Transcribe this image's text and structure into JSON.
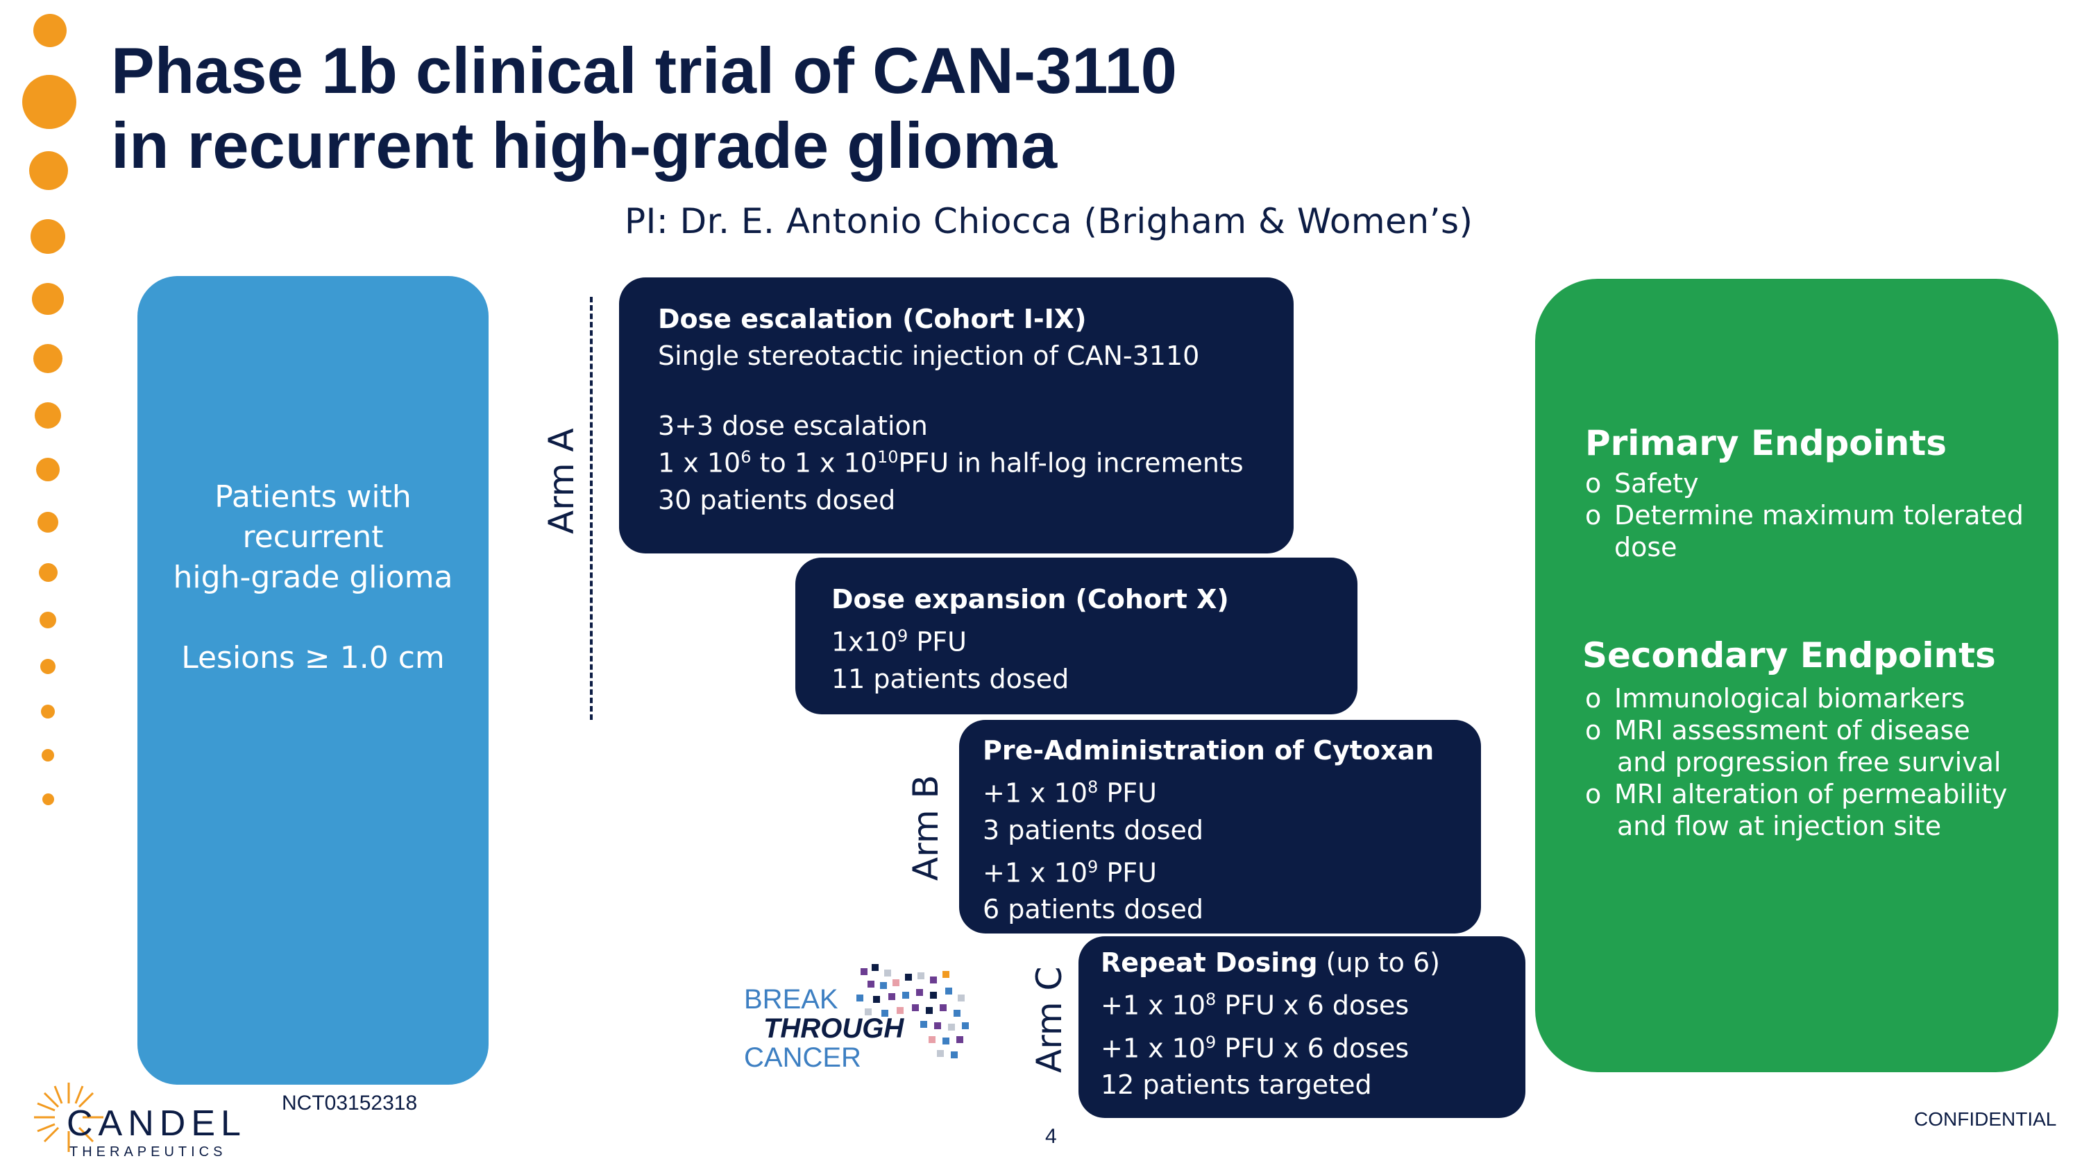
{
  "title": {
    "line1": "Phase 1b clinical trial of CAN-3110",
    "line2": "in recurrent high-grade glioma"
  },
  "subtitle": "PI: Dr. E. Antonio Chiocca (Brigham & Women’s)",
  "patients_box": {
    "line1": "Patients with",
    "line2": "recurrent",
    "line3": "high-grade glioma",
    "line4": "Lesions  ≥ 1.0 cm"
  },
  "arms": {
    "arm_a": "Arm A",
    "arm_b": "Arm B",
    "arm_c": "Arm C"
  },
  "dose_escalation": {
    "heading": "Dose escalation (Cohort I-IX)",
    "line1": "Single stereotactic injection of CAN-3110",
    "line2": "3+3 dose escalation",
    "line3_pre": "1 x 10",
    "line3_exp1": "6",
    "line3_mid": " to 1 x 10",
    "line3_exp2": "10",
    "line3_post": "PFU in half-log increments",
    "line4": "30 patients dosed"
  },
  "dose_expansion": {
    "heading": "Dose expansion (Cohort X)",
    "line1_pre": "1x10",
    "line1_exp": "9",
    "line1_post": " PFU",
    "line2": "11 patients dosed"
  },
  "pre_admin": {
    "heading": "Pre-Administration of Cytoxan",
    "line1_pre": "+1 x 10",
    "line1_exp": "8",
    "line1_post": " PFU",
    "line2": "3 patients dosed",
    "line3_pre": "+1 x 10",
    "line3_exp": "9",
    "line3_post": "  PFU",
    "line4": "6 patients dosed"
  },
  "repeat_dosing": {
    "heading": "Repeat Dosing",
    "heading_suffix": " (up to 6)",
    "line1_pre": "+1 x 10",
    "line1_exp": "8",
    "line1_post": " PFU x 6 doses",
    "line2_pre": "+1 x 10",
    "line2_exp": "9",
    "line2_post": " PFU  x 6 doses",
    "line3": "12 patients targeted"
  },
  "endpoints": {
    "primary_heading": "Primary Endpoints",
    "primary_items": [
      "Safety",
      "Determine maximum tolerated",
      "dose"
    ],
    "secondary_heading": "Secondary Endpoints",
    "secondary_items": [
      "Immunological biomarkers",
      "MRI assessment of disease",
      "and  progression free survival",
      "MRI alteration of permeability",
      "and  flow at injection site"
    ],
    "bullet": "o"
  },
  "footer": {
    "nct": "NCT03152318",
    "page": "4",
    "confidential": "CONFIDENTIAL",
    "logo_name": "CANDEL",
    "logo_sub": "THERAPEUTICS",
    "btc_line1": "BREAK",
    "btc_line2": "THROUGH",
    "btc_line3": "CANCER"
  },
  "colors": {
    "navy": "#0c1c44",
    "blue": "#3d9ad2",
    "green": "#22a04f",
    "orange": "#f29a1f"
  }
}
